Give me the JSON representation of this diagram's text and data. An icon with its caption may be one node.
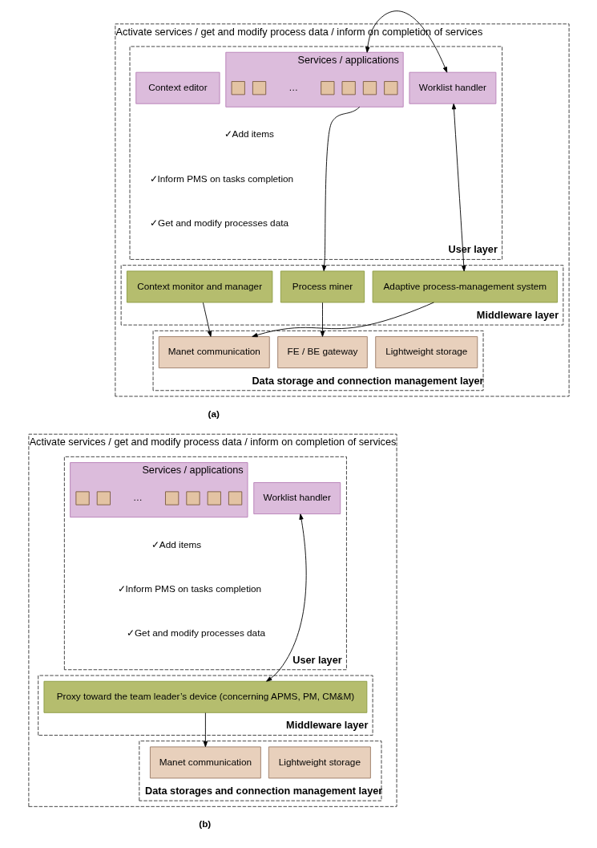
{
  "diagram": {
    "nodes": [
      {
        "text": [
          "Activate services / get and modify process data / inform on completion of services"
        ]
      },
      {
        "text": [
          "User layer"
        ],
        "in": 0
      },
      {
        "text": [
          "Context editor"
        ],
        "in": 1
      },
      {
        "text": [
          "Services / applications"
        ],
        "in": 1
      },
      {
        "text": [],
        "shape": "box",
        "in": 3
      },
      {
        "text": [],
        "shape": "box",
        "in": 3
      },
      {
        "text": [],
        "shape": "box",
        "in": 3
      },
      {
        "text": [],
        "shape": "box",
        "in": 3
      },
      {
        "text": [],
        "shape": "box",
        "in": 3
      },
      {
        "text": [],
        "shape": "box",
        "in": 3
      },
      {
        "text": [
          "Worklist handler"
        ],
        "in": 1
      },
      {
        "text": [
          "Middleware layer"
        ],
        "in": 0
      },
      {
        "text": [
          "Process miner"
        ],
        "in": 11
      },
      {
        "text": [
          "Context monitor and manager"
        ],
        "in": 11
      },
      {
        "text": [
          "Adaptive process-management system"
        ],
        "in": 11
      },
      {
        "text": [
          "Data storage and connection management layer"
        ],
        "in": 0
      },
      {
        "text": [
          "FE / BE gateway"
        ],
        "in": 15
      },
      {
        "text": [
          "Manet communication"
        ],
        "in": 15
      },
      {
        "text": [
          "Lightweight storage"
        ],
        "in": 15
      },
      {
        "text": [
          "Activate services / get and modify process data / inform on completion of services"
        ]
      },
      {
        "text": [
          "User layer"
        ],
        "in": 19
      },
      {
        "text": [
          "Services / applications"
        ],
        "in": 20
      },
      {
        "text": [],
        "shape": "box",
        "in": 21
      },
      {
        "text": [],
        "shape": "box",
        "in": 21
      },
      {
        "text": [],
        "shape": "box",
        "in": 21
      },
      {
        "text": [],
        "shape": "box",
        "in": 21
      },
      {
        "text": [],
        "shape": "box",
        "in": 21
      },
      {
        "text": [],
        "shape": "box",
        "in": 21
      },
      {
        "text": [
          "Worklist handler"
        ],
        "in": 20
      },
      {
        "text": [
          "Middleware layer"
        ],
        "in": 19
      },
      {
        "text": [
          "Proxy toward the team leader’s device (concerning APMS, PM, CM&M)"
        ],
        "in": 29
      },
      {
        "text": [
          "Data storages and connection management layer"
        ],
        "in": 19
      },
      {
        "text": [
          "Manet communication"
        ],
        "in": 31
      },
      {
        "text": [
          "Lightweight storage"
        ],
        "in": 31
      }
    ],
    "edges": [
      {
        "from": 3,
        "to": 10,
        "arrow": "both"
      },
      {
        "from": 3,
        "to": 12,
        "arrow": "to"
      },
      {
        "from": 10,
        "to": 14,
        "arrow": "both"
      },
      {
        "from": 12,
        "to": 16,
        "arrow": "to"
      },
      {
        "from": 13,
        "to": 17,
        "arrow": "to"
      },
      {
        "from": 14,
        "to": 17,
        "arrow": "to"
      },
      {
        "from": 28,
        "to": 30,
        "arrow": "both"
      },
      {
        "from": 30,
        "to": 32,
        "arrow": "to"
      }
    ],
    "labels": [
      "…",
      "✓Add items",
      "✓Inform PMS on tasks completion",
      "✓Get and modify processes data",
      "(a)",
      "…",
      "✓Add items",
      "✓Inform PMS on tasks completion",
      "✓Get and modify processes data",
      "(b)"
    ]
  }
}
